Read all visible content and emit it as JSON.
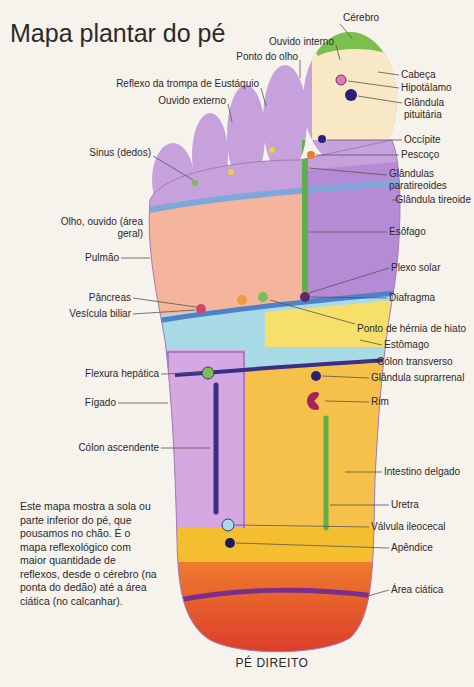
{
  "diagram": {
    "title": "Mapa plantar do pé",
    "caption": "PÉ DIREITO",
    "labels": [
      "Cérebro",
      "Ouvido interno",
      "Ponto do olho",
      "Reflexo da trompa de Eustáquio",
      "Ouvido externo",
      "Cabeça",
      "Hipotálamo",
      "Glândula pituitária",
      "Sinus (dedos)",
      "Occípite",
      "Pescoço",
      "Glândulas paratireoides",
      "Glândula tireoide",
      "Olho, ouvido (área geral)",
      "Esôfago",
      "Pulmão",
      "Plexo solar",
      "Pâncreas",
      "Diafragma",
      "Vesícula biliar",
      "Ponto de hérnia de hiato",
      "Estômago",
      "Cólon transverso",
      "Flexura hepática",
      "Glândula suprarrenal",
      "Fígado",
      "Rim",
      "Cólon ascendente",
      "Intestino delgado",
      "Uretra",
      "Válvula ileocecal",
      "Apêndice",
      "Área ciática",
      "Este mapa mostra a sola ou parte inferior do pé, que pousamos no chão. É o mapa reflexológico com maior quantidade de reflexos, desde o cérebro (na ponta do dedão) até a área ciática (no calcanhar)."
    ]
  }
}
